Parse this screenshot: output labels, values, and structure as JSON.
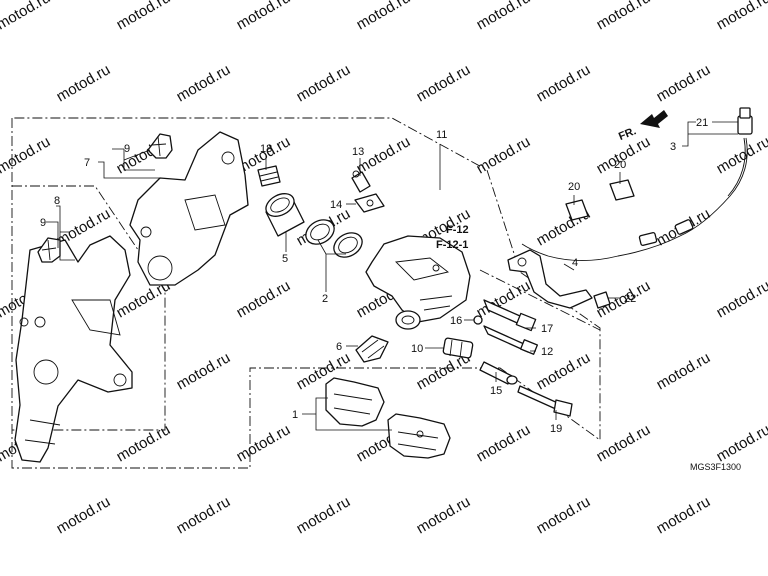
{
  "watermark": {
    "text": "motod.ru"
  },
  "diagram_code": "MGS3F1300",
  "direction_label": "FR.",
  "reference_labels": [
    "F-12",
    "F-12-1"
  ],
  "callouts": {
    "c1": "1",
    "c2": "2",
    "c3": "3",
    "c4": "4",
    "c5": "5",
    "c6": "6",
    "c7": "7",
    "c8": "8",
    "c9a": "9",
    "c9b": "9",
    "c10": "10",
    "c11": "11",
    "c12": "12",
    "c13": "13",
    "c14": "14",
    "c15": "15",
    "c16": "16",
    "c17": "17",
    "c18": "18",
    "c19": "19",
    "c20a": "20",
    "c20b": "20",
    "c21": "21",
    "c22": "22"
  }
}
